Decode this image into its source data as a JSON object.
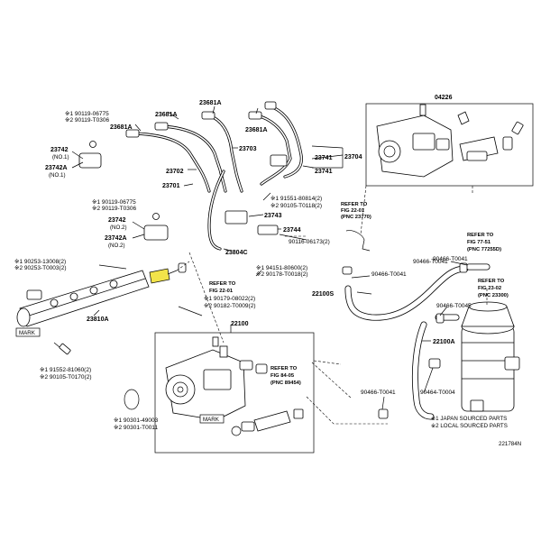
{
  "callouts": {
    "c04226": "04226",
    "c23681a_1": "23681A",
    "c23681a_2": "23681A",
    "c23681a_3": "23681A",
    "c23681a_4": "23681A",
    "c23703": "23703",
    "c23704": "23704",
    "c23741_1": "23741",
    "c23741_2": "23741",
    "c23742_1": "23742",
    "c23742_1n": "(NO.1)",
    "c23742a_1": "23742A",
    "c23742a_1n": "(NO.1)",
    "c23702": "23702",
    "c23701": "23701",
    "c23742_2": "23742",
    "c23742_2n": "(NO.2)",
    "c23742a_2": "23742A",
    "c23742a_2n": "(NO.2)",
    "c23743": "23743",
    "c23744": "23744",
    "c23804c": "23804C",
    "c23810a": "23810A",
    "c22100": "22100",
    "c22100s": "22100S",
    "c22100a": "22100A"
  },
  "part_numbers": {
    "p1": "※1 90119-06775",
    "p2": "※2 90119-T0306",
    "p3": "※1 90119-06775",
    "p4": "※2 90119-T0306",
    "p5": "※1 91551-80814(2)",
    "p6": "※2 90105-T0118(2)",
    "p7": "90116-06173(2)",
    "p8": "※1 90253-13008(2)",
    "p9": "※2 90253-T0003(2)",
    "p10": "※1 94151-80600(2)",
    "p11": "※2 90178-T0018(2)",
    "p12": "90466-T0041",
    "p13": "90466-T0041",
    "p14": "90466-T0041",
    "p15": "※1 90179-08022(2)",
    "p16": "※2 90182-T0009(2)",
    "p17": "90466-T0045",
    "p18": "※1 91552-81060(2)",
    "p19": "※2 90105-T0170(2)",
    "p20": "90466-T0041",
    "p21": "90464-T0004",
    "p22": "※1 90301-49003",
    "p23": "※2 90301-T0011"
  },
  "references": {
    "r1a": "REFER TO",
    "r1b": "FIG 22-01",
    "r1c": "(PNC 23770)",
    "r2a": "REFER TO",
    "r2b": "FIG 77-51",
    "r2c": "(PNC 77255D)",
    "r3a": "REFER TO",
    "r3b": "FIG 22-01",
    "r4a": "REFER TO",
    "r4b": "FIG 23-02",
    "r4c": "(PNC 23300)",
    "r5a": "REFER TO",
    "r5b": "FIG 84-05",
    "r5c": "(PNC 89454)"
  },
  "marks": {
    "m1": "MARK",
    "m2": "MARK"
  },
  "legend": {
    "l1": "※1 JAPAN SOURCED PARTS",
    "l2": "※2 LOCAL SOURCED PARTS"
  },
  "figure_id": "221784N",
  "colors": {
    "highlight": "#f2e34a",
    "line": "#000000",
    "background": "#ffffff"
  }
}
